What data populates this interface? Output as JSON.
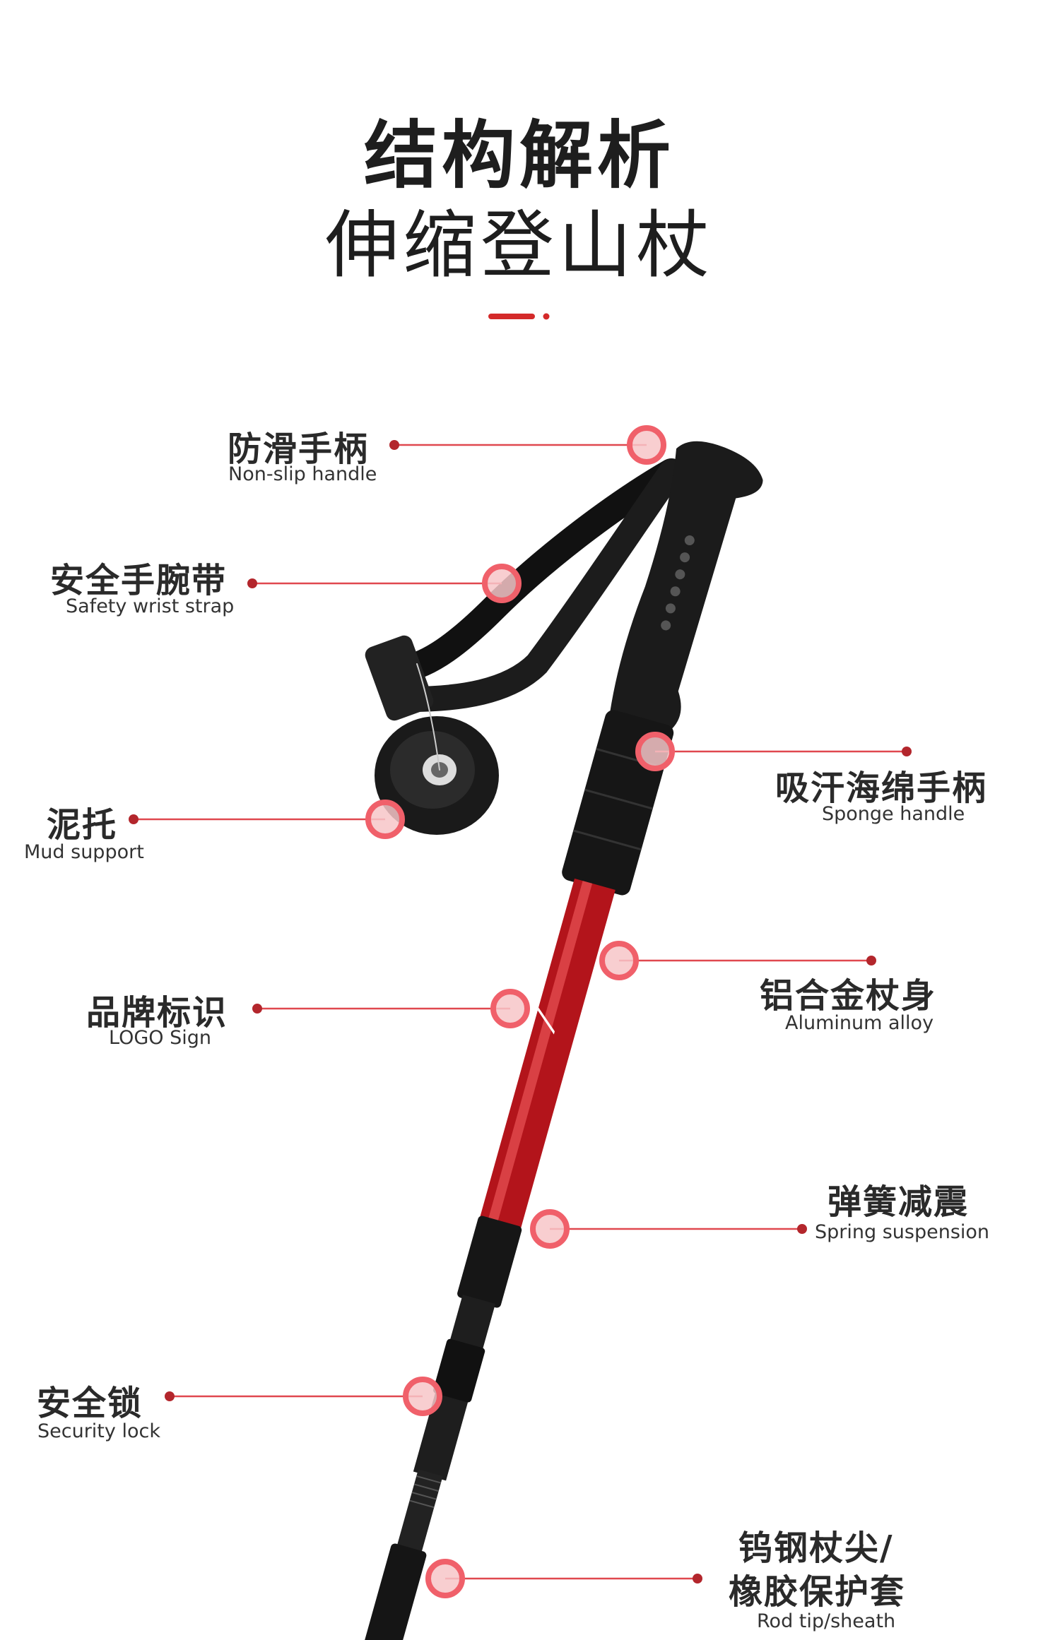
{
  "header": {
    "title": "结构解析",
    "subtitle": "伸缩登山杖"
  },
  "colors": {
    "accent": "#d42a2a",
    "dot": "#b3262c",
    "ring": "#f0606a"
  },
  "callouts": [
    {
      "cn": "防滑手柄",
      "en": "Non-slip handle"
    },
    {
      "cn": "安全手腕带",
      "en": "Safety wrist strap"
    },
    {
      "cn": "泥托",
      "en": "Mud support"
    },
    {
      "cn": "品牌标识",
      "en": "LOGO Sign"
    },
    {
      "cn": "安全锁",
      "en": "Security lock"
    },
    {
      "cn": "吸汗海绵手柄",
      "en": "Sponge handle"
    },
    {
      "cn": "铝合金杖身",
      "en": "Aluminum alloy"
    },
    {
      "cn": "弹簧减震",
      "en": "Spring suspension"
    },
    {
      "cn": "钨钢杖尖/",
      "cn2": "橡胶保护套",
      "en": "Rod tip/sheath"
    }
  ]
}
